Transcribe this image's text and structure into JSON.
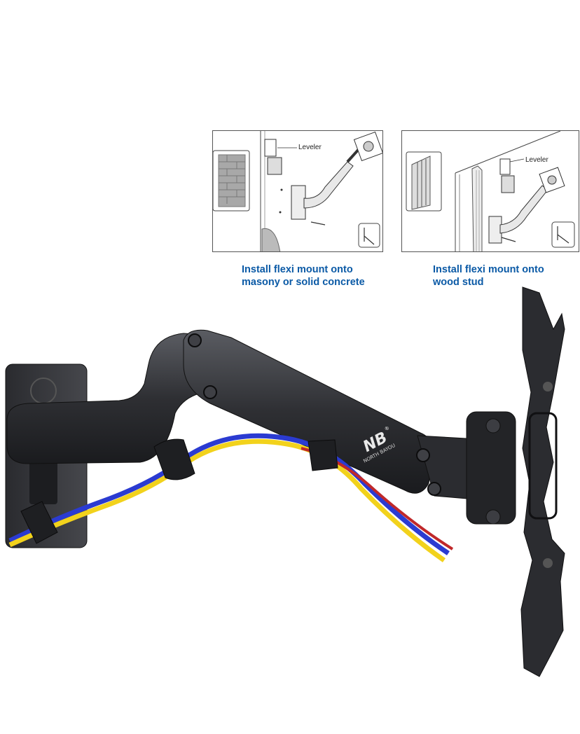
{
  "diagram": {
    "masonry": {
      "leveler_label": "Leveler",
      "caption_line1": "Install flexi mount onto",
      "caption_line2": "masony or solid concrete"
    },
    "stud": {
      "leveler_label": "Leveler",
      "caption_line1": "Install flexi mount onto",
      "caption_line2": "wood stud"
    },
    "caption_color": "#0b5aa6"
  },
  "product": {
    "brand_logo": "NB",
    "brand_name": "NORTH BAYOU",
    "registered_mark": "®",
    "cable_colors": [
      "#2b3bd1",
      "#f2d21c",
      "#c0282a"
    ],
    "arm_color": "#2e2f33"
  }
}
